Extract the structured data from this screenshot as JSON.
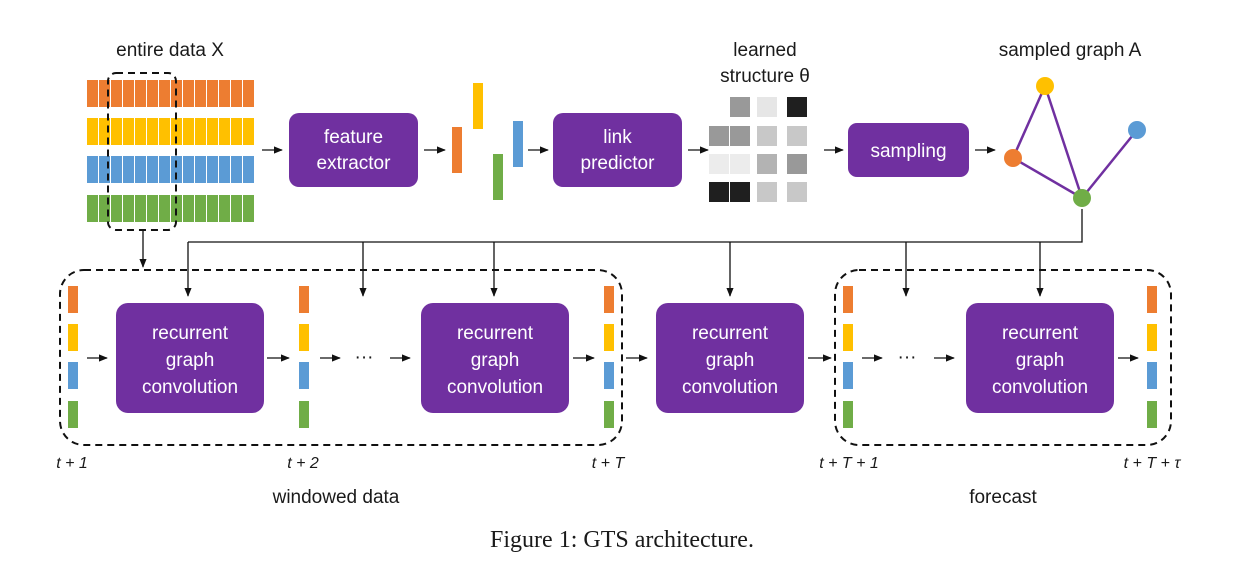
{
  "labels": {
    "entire_data": "entire data X",
    "learned_structure_1": "learned",
    "learned_structure_2": "structure θ",
    "sampled_graph": "sampled graph A",
    "windowed_data": "windowed data",
    "forecast": "forecast",
    "ellipsis": "···"
  },
  "boxes": {
    "feature_extractor": [
      "feature",
      "extractor"
    ],
    "link_predictor": [
      "link",
      "predictor"
    ],
    "sampling": [
      "sampling"
    ],
    "rgc": [
      "recurrent",
      "graph",
      "convolution"
    ]
  },
  "time_labels": {
    "t1": "t + 1",
    "t2": "t + 2",
    "tT": "t + T",
    "tT1": "t + T + 1",
    "tTtau": "t + T + τ"
  },
  "caption": "Figure 1: GTS architecture.",
  "colors": {
    "orange": "#ed7d31",
    "yellow": "#ffc000",
    "blue": "#5b9bd5",
    "green": "#70ad47",
    "purple": "#7030a0"
  },
  "structure_matrix_shades": [
    [
      "#999999",
      "#e6e6e6",
      "#1f1f1f"
    ],
    [
      "#999999",
      "#c8c8c8",
      "#c8c8c8"
    ],
    [
      "#ececec",
      "#b3b3b3",
      "#999999"
    ],
    [
      "#1f1f1f",
      "#c8c8c8",
      "#c8c8c8"
    ]
  ]
}
